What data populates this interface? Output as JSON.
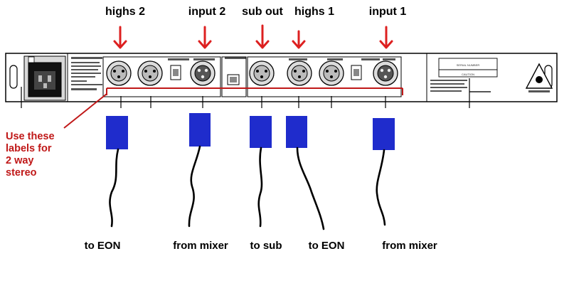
{
  "top_labels": [
    "highs 2",
    "input 2",
    "sub out",
    "highs 1",
    "input 1"
  ],
  "bottom_labels": [
    "to EON",
    "from mixer",
    "to sub",
    "to EON",
    "from mixer"
  ],
  "note_lines": [
    "Use these",
    "labels for",
    "2 way",
    "stereo"
  ],
  "panel_labels": [
    "SERIAL NUMBER",
    "CAUTION"
  ],
  "colors": {
    "arrow": "#dd2020",
    "note": "#c01818",
    "plug": "#1f2ccc",
    "cable": "#000000",
    "panel_outline": "#000000"
  }
}
